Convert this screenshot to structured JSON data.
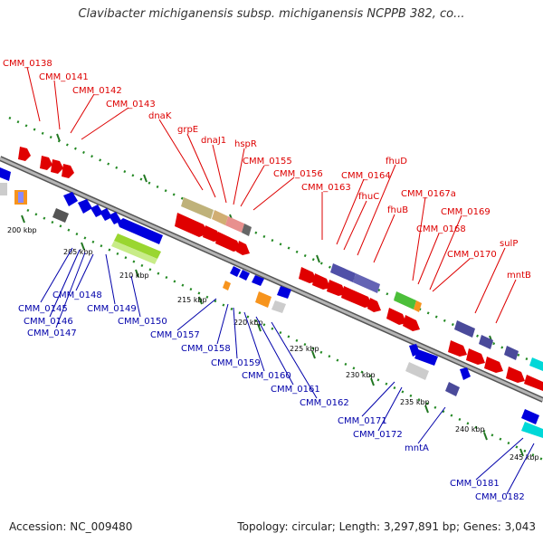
{
  "title": "Clavibacter michiganensis subsp. michiganensis NCPPB 382, co...",
  "footer": {
    "accession": "Accession: NC_009480",
    "summary": "Topology: circular; Length: 3,297,891 bp; Genes: 3,043"
  },
  "colors": {
    "forward_label": "#dd0000",
    "reverse_label": "#0000aa",
    "backbone": "#8a8a8a",
    "ruler_dots": "#228822"
  },
  "ticks": [
    "200 kbp",
    "205 kbp",
    "210 kbp",
    "215 kbp",
    "220 kbp",
    "225 kbp",
    "230 kbp",
    "235 kbp",
    "240 kbp",
    "245 kbp"
  ],
  "forward_labels": [
    "CMM_0138",
    "CMM_0141",
    "CMM_0142",
    "CMM_0143",
    "dnaK",
    "grpE",
    "dnaJ1",
    "hspR",
    "CMM_0155",
    "CMM_0156",
    "CMM_0163",
    "CMM_0164",
    "fhuD",
    "fhuC",
    "fhuB",
    "CMM_0167a",
    "CMM_0169",
    "CMM_0168",
    "sulP",
    "CMM_0170",
    "mntB"
  ],
  "reverse_labels": [
    "CMM_0145",
    "CMM_0146",
    "CMM_0147",
    "CMM_0148",
    "CMM_0149",
    "CMM_0150",
    "CMM_0157",
    "CMM_0158",
    "CMM_0159",
    "CMM_0160",
    "CMM_0161",
    "CMM_0162",
    "CMM_0171",
    "CMM_0172",
    "mntA",
    "CMM_0181",
    "CMM_0182"
  ]
}
